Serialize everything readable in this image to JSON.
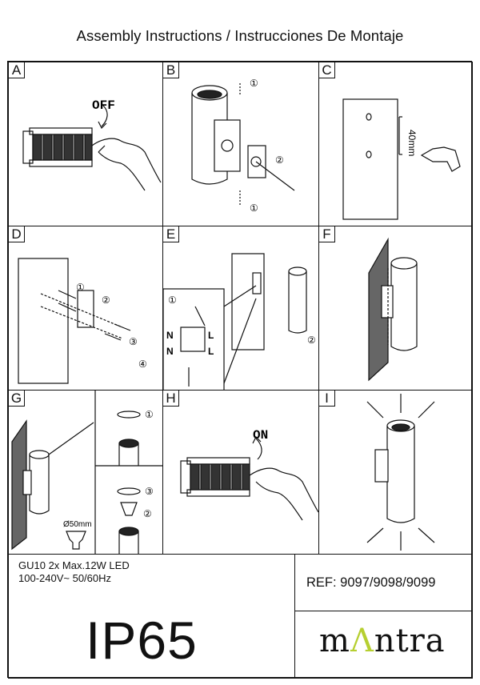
{
  "title": "Assembly Instructions / Instrucciones De Montaje",
  "panels": {
    "A": {
      "label": "A",
      "text": "OFF"
    },
    "B": {
      "label": "B",
      "step1": "①",
      "step2": "②",
      "step1b": "①"
    },
    "C": {
      "label": "C",
      "dimension": "40mm"
    },
    "D": {
      "label": "D",
      "s1": "①",
      "s2": "②",
      "s3": "③",
      "s4": "④"
    },
    "E": {
      "label": "E",
      "inset_step": "①",
      "n1": "N",
      "n2": "N",
      "l1": "L",
      "l2": "L",
      "s2": "②"
    },
    "F": {
      "label": "F"
    },
    "G": {
      "label": "G",
      "diameter": "Ø50mm",
      "s1": "①",
      "s3": "③",
      "s2": "② "
    },
    "H": {
      "label": "H",
      "text": "ON"
    },
    "I": {
      "label": "I"
    }
  },
  "specs": {
    "line1": "GU10 2x Max.12W LED",
    "line2": "100-240V~ 50/60Hz"
  },
  "ref": "REF: 9097/9098/9099",
  "rating": "IP65",
  "brand": {
    "prefix": "m",
    "accent": "Λ",
    "suffix": "ntra",
    "accent_color": "#b6cf31"
  }
}
